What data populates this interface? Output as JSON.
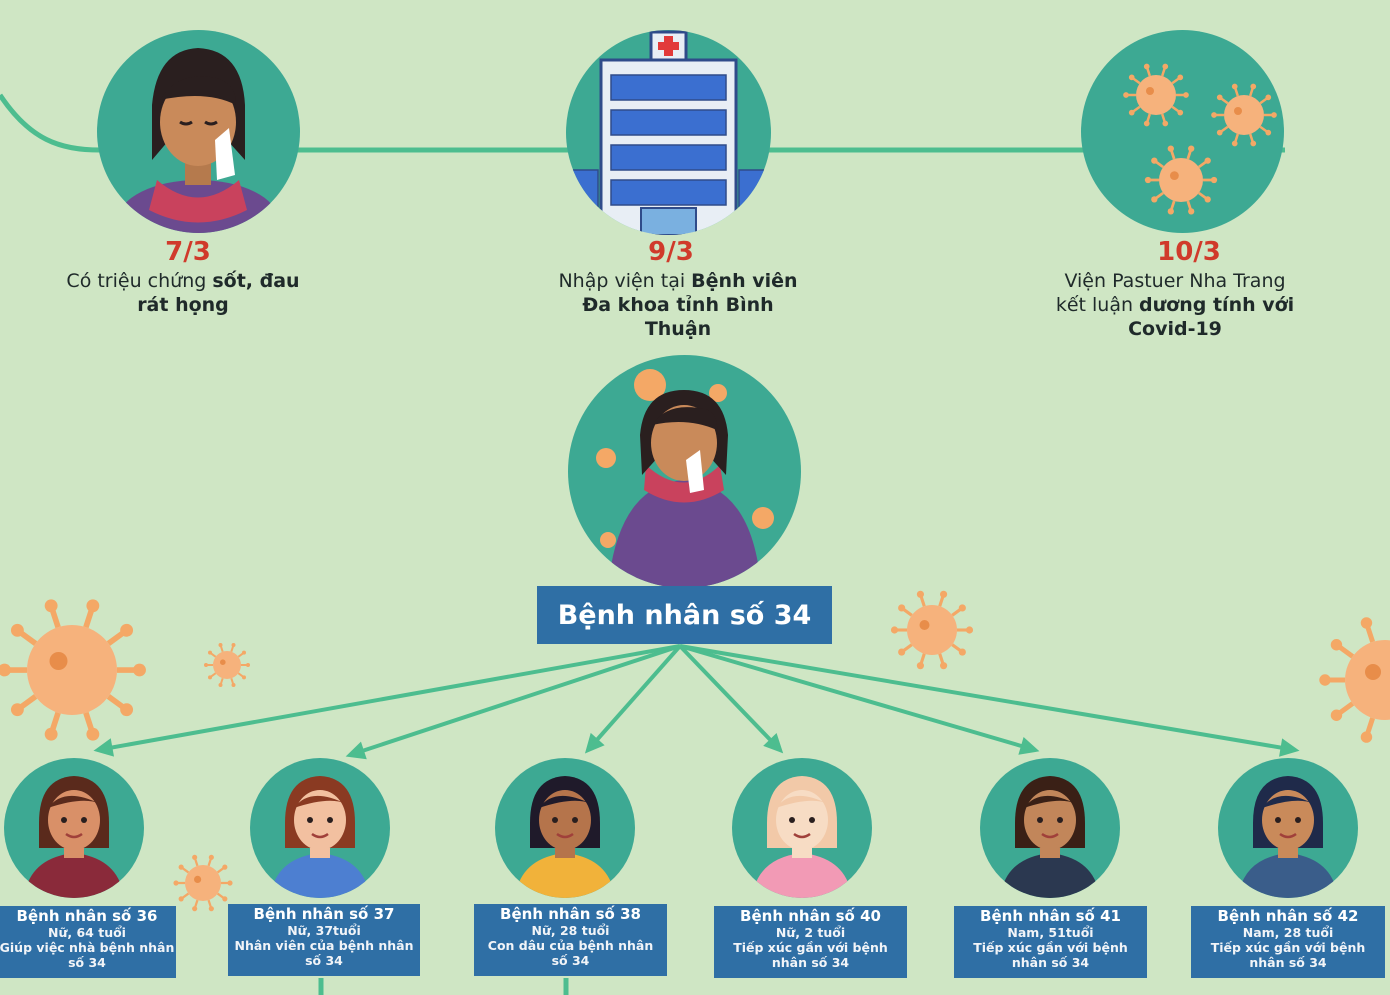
{
  "colors": {
    "background": "#cfe6c4",
    "timeline_line": "#4dbd8f",
    "circle_fill": "#3da993",
    "date_red": "#d03a2b",
    "label_blue": "#2f6fa5",
    "virus_orange": "#f4a866"
  },
  "timeline": [
    {
      "date": "7/3",
      "text_pre": "Có triệu chứng ",
      "text_bold": "sốt, đau rát họng",
      "text_post": "",
      "icon": "sick-woman-icon"
    },
    {
      "date": "9/3",
      "text_pre": "Nhập viện tại ",
      "text_bold": "Bệnh viên Đa khoa tỉnh Bình Thuận",
      "text_post": "",
      "icon": "hospital-icon"
    },
    {
      "date": "10/3",
      "text_pre": "Viện Pastuer Nha Trang kết luận ",
      "text_bold": "dương tính với Covid-19",
      "text_post": "",
      "icon": "virus-icon"
    }
  ],
  "main_patient": {
    "label": "Bệnh nhân số 34"
  },
  "contacts": [
    {
      "name": "Bệnh nhân số 36",
      "line1": "Nữ, 64 tuổi",
      "line2": "Giúp việc nhà bệnh nhân",
      "line3": "số 34"
    },
    {
      "name": "Bệnh nhân số 37",
      "line1": "Nữ, 37tuổi",
      "line2": "Nhân viên của bệnh nhân",
      "line3": "số 34"
    },
    {
      "name": "Bệnh nhân số 38",
      "line1": "Nữ, 28 tuổi",
      "line2": "Con dâu của bệnh nhân",
      "line3": "số 34"
    },
    {
      "name": "Bệnh nhân số 40",
      "line1": "Nữ, 2 tuổi",
      "line2": "Tiếp xúc gần với bệnh",
      "line3": "nhân số 34"
    },
    {
      "name": "Bệnh nhân số 41",
      "line1": "Nam, 51tuổi",
      "line2": "Tiếp xúc gần với bệnh",
      "line3": "nhân số 34"
    },
    {
      "name": "Bệnh nhân số 42",
      "line1": "Nam, 28 tuổi",
      "line2": "Tiếp xúc gần với bệnh",
      "line3": "nhân số 34"
    }
  ]
}
